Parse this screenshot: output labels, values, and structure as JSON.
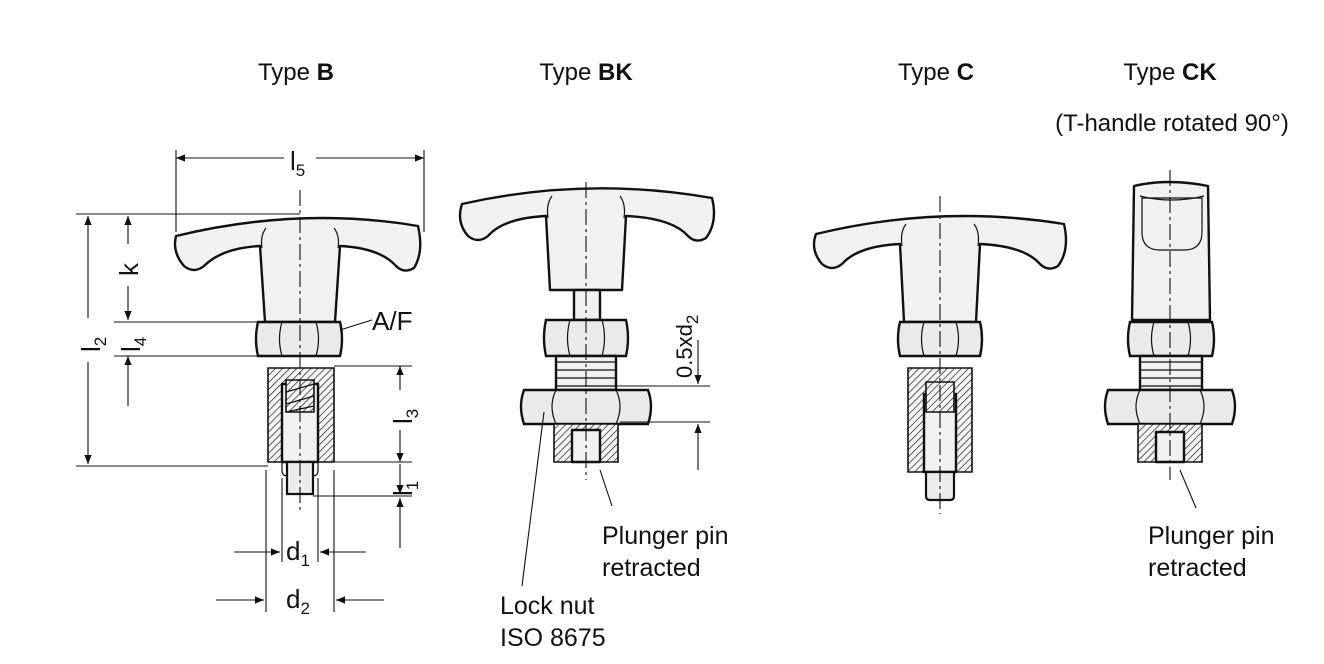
{
  "titles": {
    "b": {
      "prefix": "Type ",
      "bold": "B"
    },
    "bk": {
      "prefix": "Type ",
      "bold": "BK"
    },
    "c": {
      "prefix": "Type ",
      "bold": "C"
    },
    "ck": {
      "prefix": "Type  ",
      "bold": "CK"
    },
    "ck_note": "(T-handle rotated 90°)"
  },
  "dimensions": {
    "l5": {
      "main": "l",
      "sub": "5"
    },
    "l2": {
      "main": "l",
      "sub": "2"
    },
    "k": "k",
    "l4": {
      "main": "l",
      "sub": "4"
    },
    "af": "A/F",
    "l3": {
      "main": "l",
      "sub": "3"
    },
    "l1": {
      "main": "l",
      "sub": "1"
    },
    "d1": {
      "main": "d",
      "sub": "1"
    },
    "d2": {
      "main": "d",
      "sub": "2"
    },
    "half_d2": {
      "main": "0.5xd",
      "sub": "2"
    }
  },
  "annotations": {
    "bk_pin_line1": "Plunger pin",
    "bk_pin_line2": "retracted",
    "lock_nut_line1": "Lock nut",
    "lock_nut_line2": "ISO 8675",
    "ck_pin_line1": "Plunger pin",
    "ck_pin_line2": "retracted"
  }
}
